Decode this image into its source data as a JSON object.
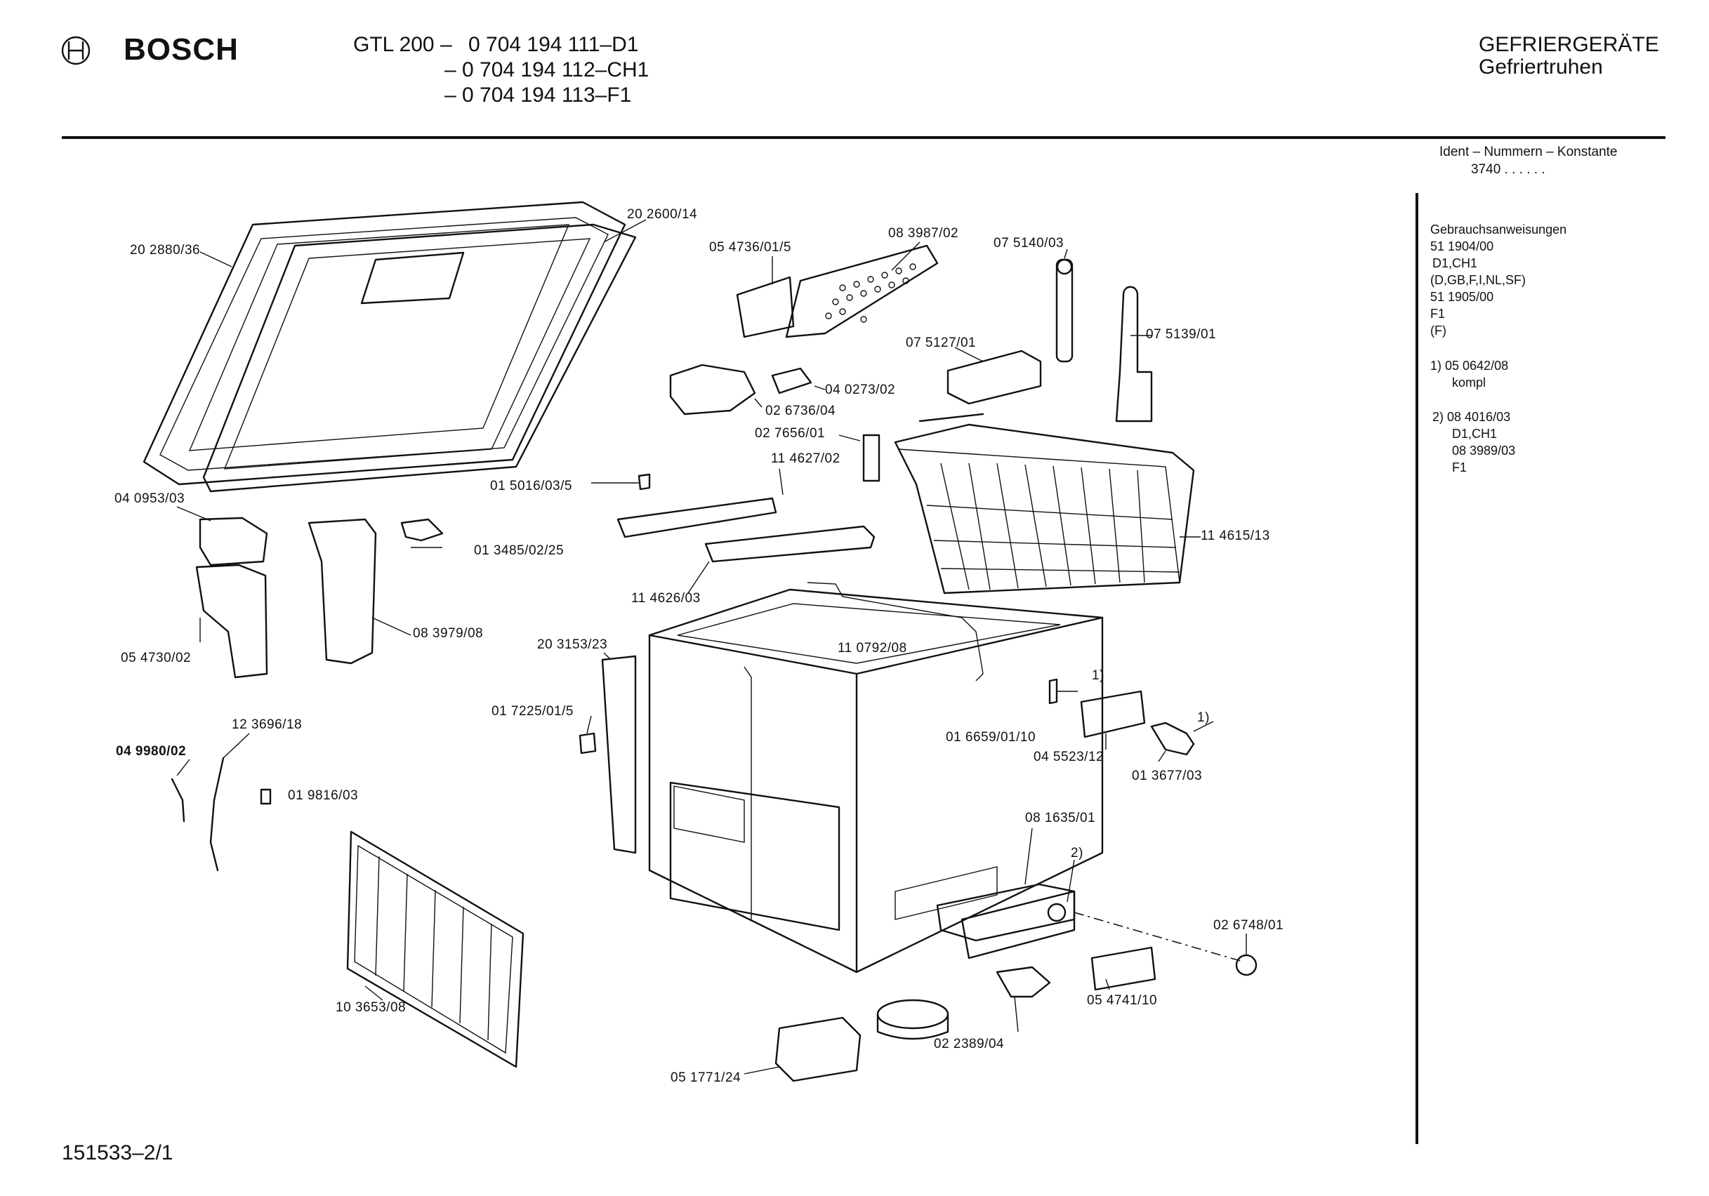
{
  "header": {
    "brand": "BOSCH",
    "model_prefix": "GTL 200 –",
    "variants": [
      "0 704 194 111–D1",
      "– 0 704 194 112–CH1",
      "– 0 704 194 113–F1"
    ],
    "category": "GEFRIERGERÄTE",
    "subcategory": "Gefriertruhen"
  },
  "ident": {
    "label": "Ident – Nummern – Konstante",
    "value": "3740 . .   . . . ."
  },
  "sidebar": {
    "lines": [
      "Gebrauchsanweisungen",
      "51 1904/00",
      "D1,CH1",
      "(D,GB,F,I,NL,SF)",
      "51 1905/00",
      "F1",
      "(F)",
      "1)  05 0642/08",
      "kompl",
      "2) 08 4016/03",
      "D1,CH1",
      "08 3989/03",
      "F1"
    ]
  },
  "parts": [
    "20 2880/36",
    "20 2600/14",
    "05 4736/01/5",
    "08 3987/02",
    "07 5140/03",
    "07 5139/01",
    "07 5127/01",
    "04 0273/02",
    "02 6736/04",
    "02 7656/01",
    "11 4627/02",
    "01 5016/03/5",
    "11 4615/13",
    "04 0953/03",
    "01 3485/02/25",
    "11 4626/03",
    "05 4730/02",
    "08 3979/08",
    "20 3153/23",
    "11 0792/08",
    "01 7225/01/5",
    "12 3696/18",
    "04 9980/02",
    "01 9816/03",
    "01 6659/01/10",
    "04 5523/12",
    "01 3677/03",
    "08 1635/01",
    "02 6748/01",
    "10 3653/08",
    "05 4741/10",
    "02 2389/04",
    "05 1771/24",
    "1)",
    "1)",
    "2)"
  ],
  "footer": {
    "doc_number": "151533–2/1"
  }
}
